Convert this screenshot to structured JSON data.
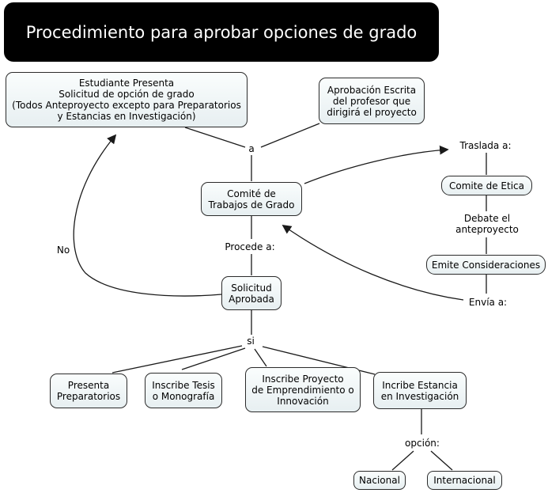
{
  "title": "Procedimiento para aprobar opciones de grado",
  "nodes": {
    "estudiante_presenta": "Estudiante Presenta\nSolicitud de opción de grado\n(Todos Anteproyecto excepto para Preparatorios\ny Estancias en Investigación)",
    "aprobacion_escrita": "Aprobación Escrita\ndel profesor que\ndirigirá el proyecto",
    "comite_trabajos": "Comité de\nTrabajos de Grado",
    "comite_etica": "Comite de Etica",
    "emite_consideraciones": "Emite Consideraciones",
    "solicitud_aprobada": "Solicitud\nAprobada",
    "presenta_preparatorios": "Presenta\nPreparatorios",
    "inscribe_tesis": "Inscribe Tesis\no Monografía",
    "inscribe_proyecto": "Inscribe Proyecto\nde Emprendimiento o\nInnovación",
    "incribe_estancia": "Incribe Estancia\nen Investigación",
    "nacional": "Nacional",
    "internacional": "Internacional"
  },
  "labels": {
    "a": "a",
    "traslada_a": "Traslada a:",
    "debate": "Debate el\nanteproyecto",
    "envia_a": "Envía a:",
    "procede_a": "Procede a:",
    "no": "No",
    "si": "si",
    "opcion": "opción:"
  },
  "colors": {
    "title_bg": "#000000",
    "title_text": "#ffffff",
    "node_fill": "#eaf1f3",
    "node_border": "#2b2b2b",
    "line": "#1a1a1a"
  }
}
